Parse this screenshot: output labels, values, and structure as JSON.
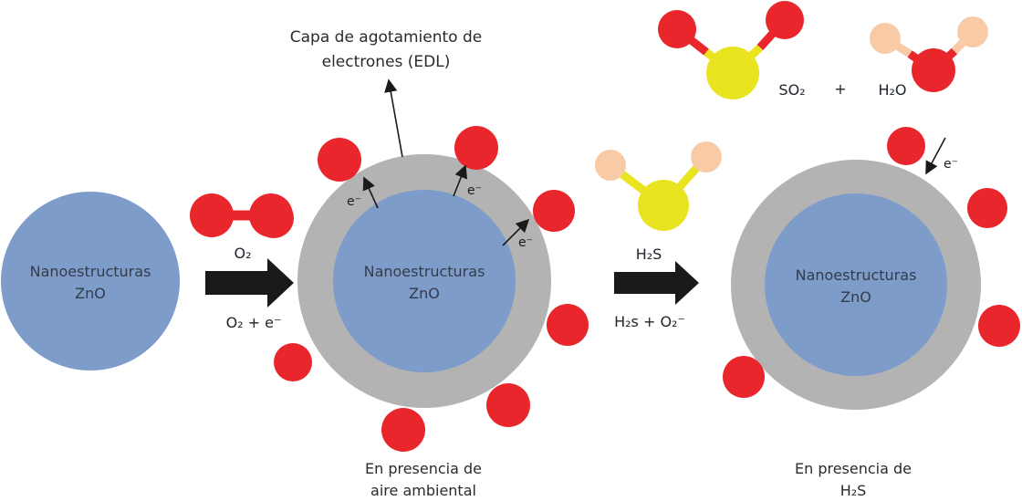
{
  "edl": {
    "line1": "Capa de agotamiento de",
    "line2": "electrones (EDL)"
  },
  "spheres": {
    "left": {
      "line1": "Nanoestructuras",
      "line2": "ZnO"
    },
    "middle": {
      "line1": "Nanoestructuras",
      "line2": "ZnO"
    },
    "right": {
      "line1": "Nanoestructuras",
      "line2": "ZnO"
    }
  },
  "reaction1": {
    "above": "O₂",
    "below": "O₂ + e⁻"
  },
  "reaction2": {
    "above": "H₂S",
    "below": "H₂s + O₂⁻"
  },
  "products": {
    "so2": "SO₂",
    "plus": "+",
    "h2o": "H₂O"
  },
  "electron": {
    "label": "e⁻"
  },
  "captions": {
    "air": {
      "line1": "En presencia de",
      "line2": "aire ambiental"
    },
    "h2s": {
      "line1": "En presencia de",
      "line2": "H₂S"
    }
  },
  "molecules": {
    "o2_dumbbell": "O₂ oxygen molecule",
    "h2s": "H₂S hydrogen sulfide molecule",
    "so2": "SO₂ sulfur dioxide molecule",
    "h2o": "H₂O water molecule",
    "red_sphere": "adsorbed oxygen species"
  },
  "colors": {
    "zno_core": "#7E9CC9",
    "edl_ring": "#B3B3B3",
    "oxygen_red": "#E8262C",
    "sulfur_yellow": "#EAE420",
    "hydrogen_peach": "#F8CBA6",
    "arrow_black": "#1a1a1a",
    "label_dark": "#333C4A"
  }
}
